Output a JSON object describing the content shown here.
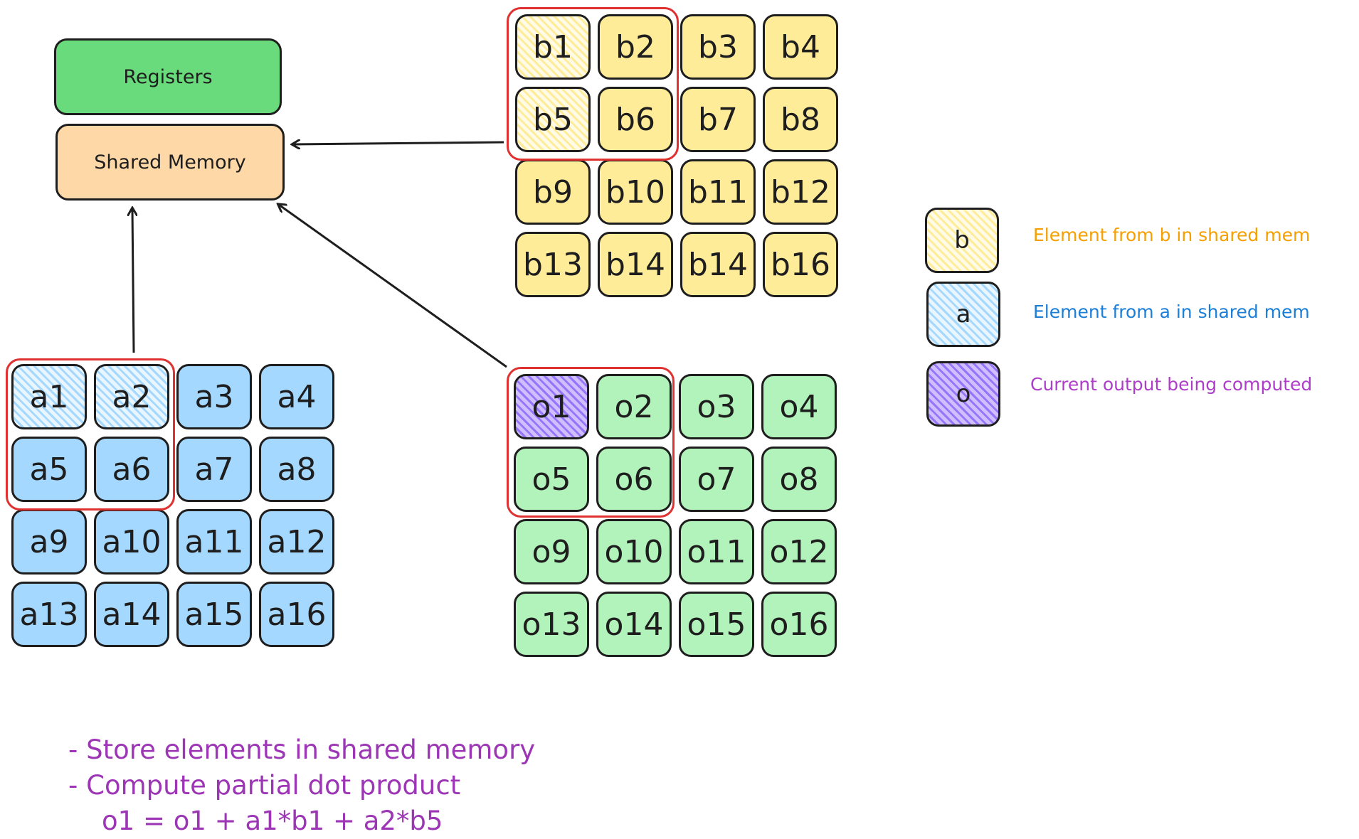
{
  "memory": {
    "registers_label": "Registers",
    "shared_memory_label": "Shared Memory"
  },
  "matrix_b": [
    "b1",
    "b2",
    "b3",
    "b4",
    "b5",
    "b6",
    "b7",
    "b8",
    "b9",
    "b10",
    "b11",
    "b12",
    "b13",
    "b14",
    "b14",
    "b16"
  ],
  "matrix_a": [
    "a1",
    "a2",
    "a3",
    "a4",
    "a5",
    "a6",
    "a7",
    "a8",
    "a9",
    "a10",
    "a11",
    "a12",
    "a13",
    "a14",
    "a15",
    "a16"
  ],
  "matrix_o": [
    "o1",
    "o2",
    "o3",
    "o4",
    "o5",
    "o6",
    "o7",
    "o8",
    "o9",
    "o10",
    "o11",
    "o12",
    "o13",
    "o14",
    "o15",
    "o16"
  ],
  "legend": {
    "b": {
      "symbol": "b",
      "text": "Element from b in shared mem",
      "color": "#f59f00"
    },
    "a": {
      "symbol": "a",
      "text": "Element from a in shared mem",
      "color": "#1c7ed6"
    },
    "o": {
      "symbol": "o",
      "text": "Current output being computed",
      "color": "#ae3ec9"
    }
  },
  "colors": {
    "registers_fill": "#69db7c",
    "shared_fill": "#ffd8a8",
    "b_fill": "#ffec99",
    "a_fill": "#a5d8ff",
    "o_fill": "#b2f2bb",
    "o_current_fill": "#b197fc",
    "selection": "#e03131"
  },
  "notes": [
    "- Store elements in shared memory",
    "- Compute partial dot product",
    "    o1 = o1 + a1*b1 + a2*b5"
  ]
}
